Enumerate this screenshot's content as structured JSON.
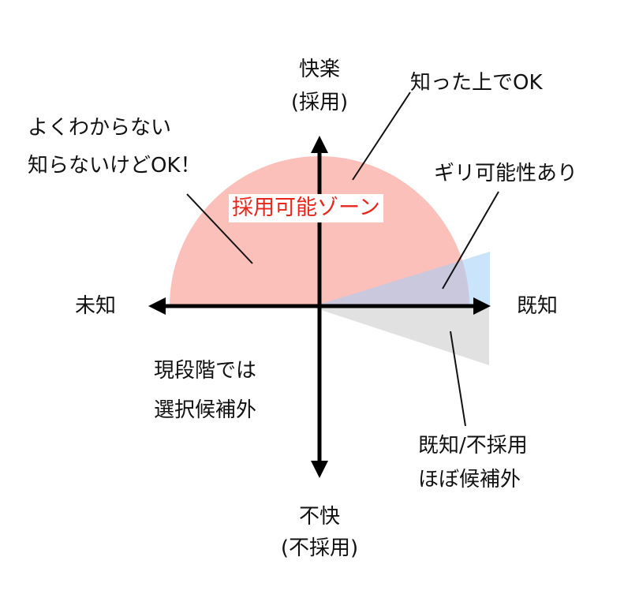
{
  "axes": {
    "top": [
      "快楽",
      "(採用)"
    ],
    "bottom": [
      "不快",
      "(不採用)"
    ],
    "left": "未知",
    "right": "既知"
  },
  "zone_label": "採用可能ゾーン",
  "annotations": {
    "known_ok": "知った上でOK",
    "unknown": [
      "よくわからない",
      "知らないけどOK！"
    ],
    "borderline": "ギリ可能性あり",
    "excluded_now": [
      "現段階では",
      "選択候補外"
    ],
    "known_rejected": [
      "既知/不採用",
      "ほぼ候補外"
    ]
  },
  "colors": {
    "zone": "#fcc0bb",
    "borderline": "#b8dcfa",
    "rejected": "#dcdcdc",
    "zone_text": "#e8261c"
  }
}
